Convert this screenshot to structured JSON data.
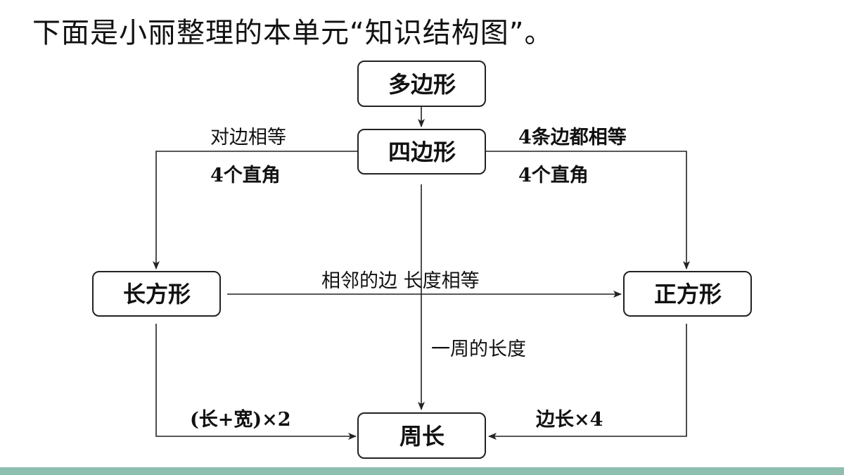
{
  "headline": "下面是小丽整理的本单元“知识结构图”。",
  "colors": {
    "footer_band": "#8ebfb1",
    "line": "#222222"
  },
  "nodes": {
    "polygon": "多边形",
    "quadrilateral": "四边形",
    "rectangle": "长方形",
    "square": "正方形",
    "perimeter": "周长"
  },
  "edge_labels": {
    "to_rectangle_line1": "对边相等",
    "to_rectangle_line2": "4个直角",
    "to_square_line1": "4条边都相等",
    "to_square_line2": "4个直角",
    "rect_to_square": "相邻的边 长度相等",
    "perimeter_definition": "一周的长度",
    "rect_perimeter_formula": "(长+宽)×2",
    "square_perimeter_formula": "边长×4"
  }
}
